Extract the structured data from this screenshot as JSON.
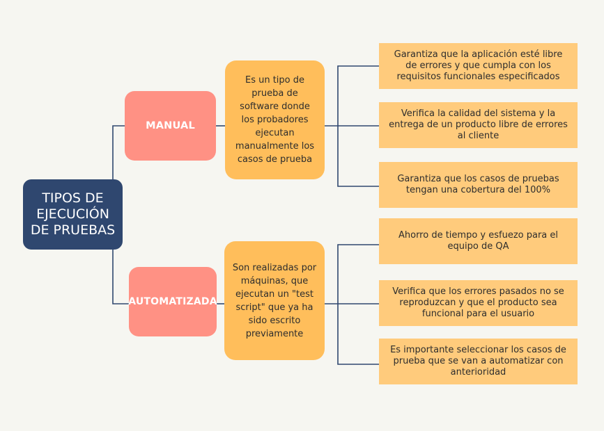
{
  "root": {
    "title": "TIPOS DE EJECUCIÓN DE PRUEBAS"
  },
  "branches": [
    {
      "label": "MANUAL",
      "description": "Es un tipo de prueba de software donde los probadores ejecutan manualmente los casos de prueba",
      "details": [
        "Garantiza que la aplicación esté libre de errores y que cumpla con los requisitos funcionales especificados",
        "Verifica la calidad del sistema y la entrega de un producto libre de errores al cliente",
        "Garantiza que los casos de pruebas tengan una cobertura del 100%"
      ]
    },
    {
      "label": "AUTOMATIZADA",
      "description": "Son realizadas por máquinas, que ejecutan un \"test script\" que ya ha sido escrito previamente",
      "details": [
        "Ahorro de tiempo y esfuezo para el equipo de QA",
        "Verifica que los errores pasados no se reproduzcan y que el producto sea funcional para el usuario",
        "Es importante seleccionar los casos de prueba que se van a automatizar con anterioridad"
      ]
    }
  ],
  "colors": {
    "background": "#f6f6f1",
    "root": "#2f476f",
    "category": "#ff9184",
    "description": "#ffbe5b",
    "detail": "#ffcb7c",
    "connector": "#2f476f"
  }
}
